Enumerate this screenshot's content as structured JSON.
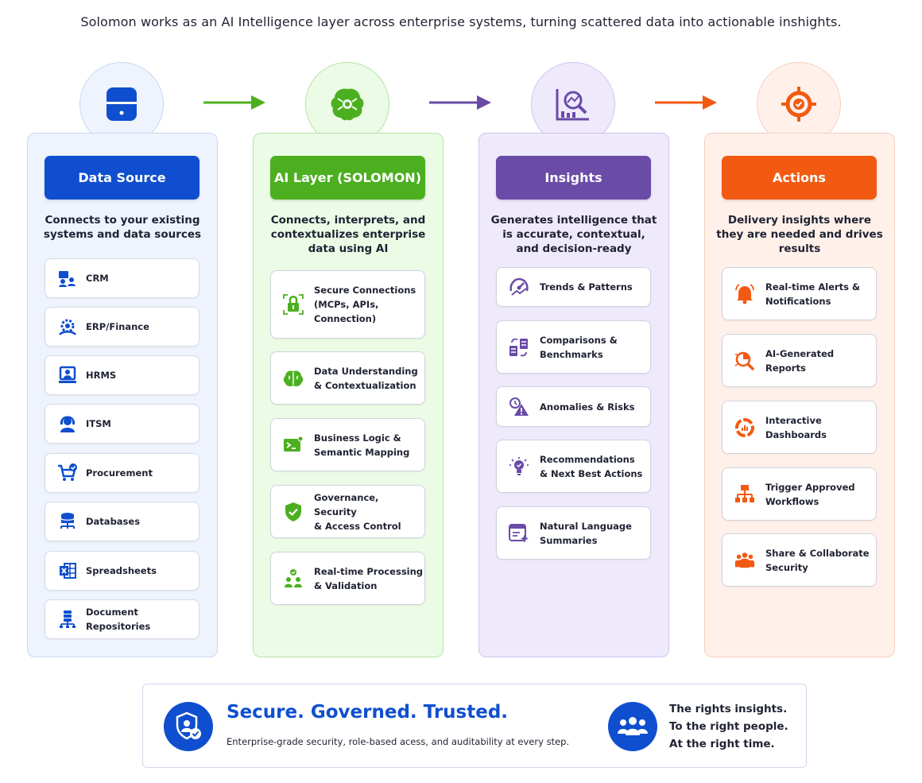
{
  "headline": "Solomon works as an AI Intelligence layer across enterprise systems, turning scattered data into actionable inshights.",
  "colors": {
    "blue": "#0f4fcf",
    "green": "#4caf1f",
    "purple": "#6a4ba7",
    "orange": "#f25a12"
  },
  "columns": [
    {
      "title": "Data Source",
      "icon": "database-icon",
      "description": "Connects to your existing systems and data sources",
      "items": [
        {
          "label": "CRM",
          "icon": "crm-users-icon"
        },
        {
          "label": "ERP/Finance",
          "icon": "erp-gear-icon"
        },
        {
          "label": "HRMS",
          "icon": "hr-person-icon"
        },
        {
          "label": "ITSM",
          "icon": "support-agent-icon"
        },
        {
          "label": "Procurement",
          "icon": "cart-icon"
        },
        {
          "label": "Databases",
          "icon": "database-network-icon"
        },
        {
          "label": "Spreadsheets",
          "icon": "spreadsheet-icon"
        },
        {
          "label": "Document Repositories",
          "icon": "document-repository-icon"
        }
      ]
    },
    {
      "title": "AI Layer (SOLOMON)",
      "icon": "ai-brain-icon",
      "description": "Connects, interprets, and contextualizes enterprise data using AI",
      "items": [
        {
          "label": "Secure Connections\n(MCPs, APIs,\nConnection)",
          "icon": "secure-lock-icon"
        },
        {
          "label": "Data Understanding\n& Contextualization",
          "icon": "brain-icon"
        },
        {
          "label": "Business Logic &\nSemantic Mapping",
          "icon": "terminal-icon"
        },
        {
          "label": "Governance, Security\n& Access Control",
          "icon": "shield-check-icon"
        },
        {
          "label": "Real-time Processing\n& Validation",
          "icon": "team-check-icon"
        }
      ]
    },
    {
      "title": "Insights",
      "icon": "analytics-icon",
      "description": "Generates intelligence that is accurate, contextual, and decision-ready",
      "items": [
        {
          "label": "Trends & Patterns",
          "icon": "gauge-icon"
        },
        {
          "label": "Comparisons &\nBenchmarks",
          "icon": "compare-icon"
        },
        {
          "label": "Anomalies & Risks",
          "icon": "warning-icon"
        },
        {
          "label": "Recommendations\n& Next Best Actions",
          "icon": "lightbulb-icon"
        },
        {
          "label": "Natural Language\nSummaries",
          "icon": "summary-icon"
        }
      ]
    },
    {
      "title": "Actions",
      "icon": "target-icon",
      "description": "Delivery insights where they are needed and drives results",
      "items": [
        {
          "label": "Real-time Alerts &\nNotifications",
          "icon": "bell-icon"
        },
        {
          "label": "AI-Generated\nReports",
          "icon": "report-icon"
        },
        {
          "label": "Interactive\nDashboards",
          "icon": "dashboard-icon"
        },
        {
          "label": "Trigger Approved\nWorkflows",
          "icon": "workflow-icon"
        },
        {
          "label": "Share & Collaborate\nSecurity",
          "icon": "collaborate-icon"
        }
      ]
    }
  ],
  "footer": {
    "title": "Secure. Governed. Trusted.",
    "subtitle": "Enterprise-grade security, role-based acess, and auditability at every step.",
    "tagline": [
      "The rights insights.",
      "To the right people.",
      "At the right time."
    ],
    "left_icon": "shield-user-icon",
    "right_icon": "people-group-icon"
  }
}
